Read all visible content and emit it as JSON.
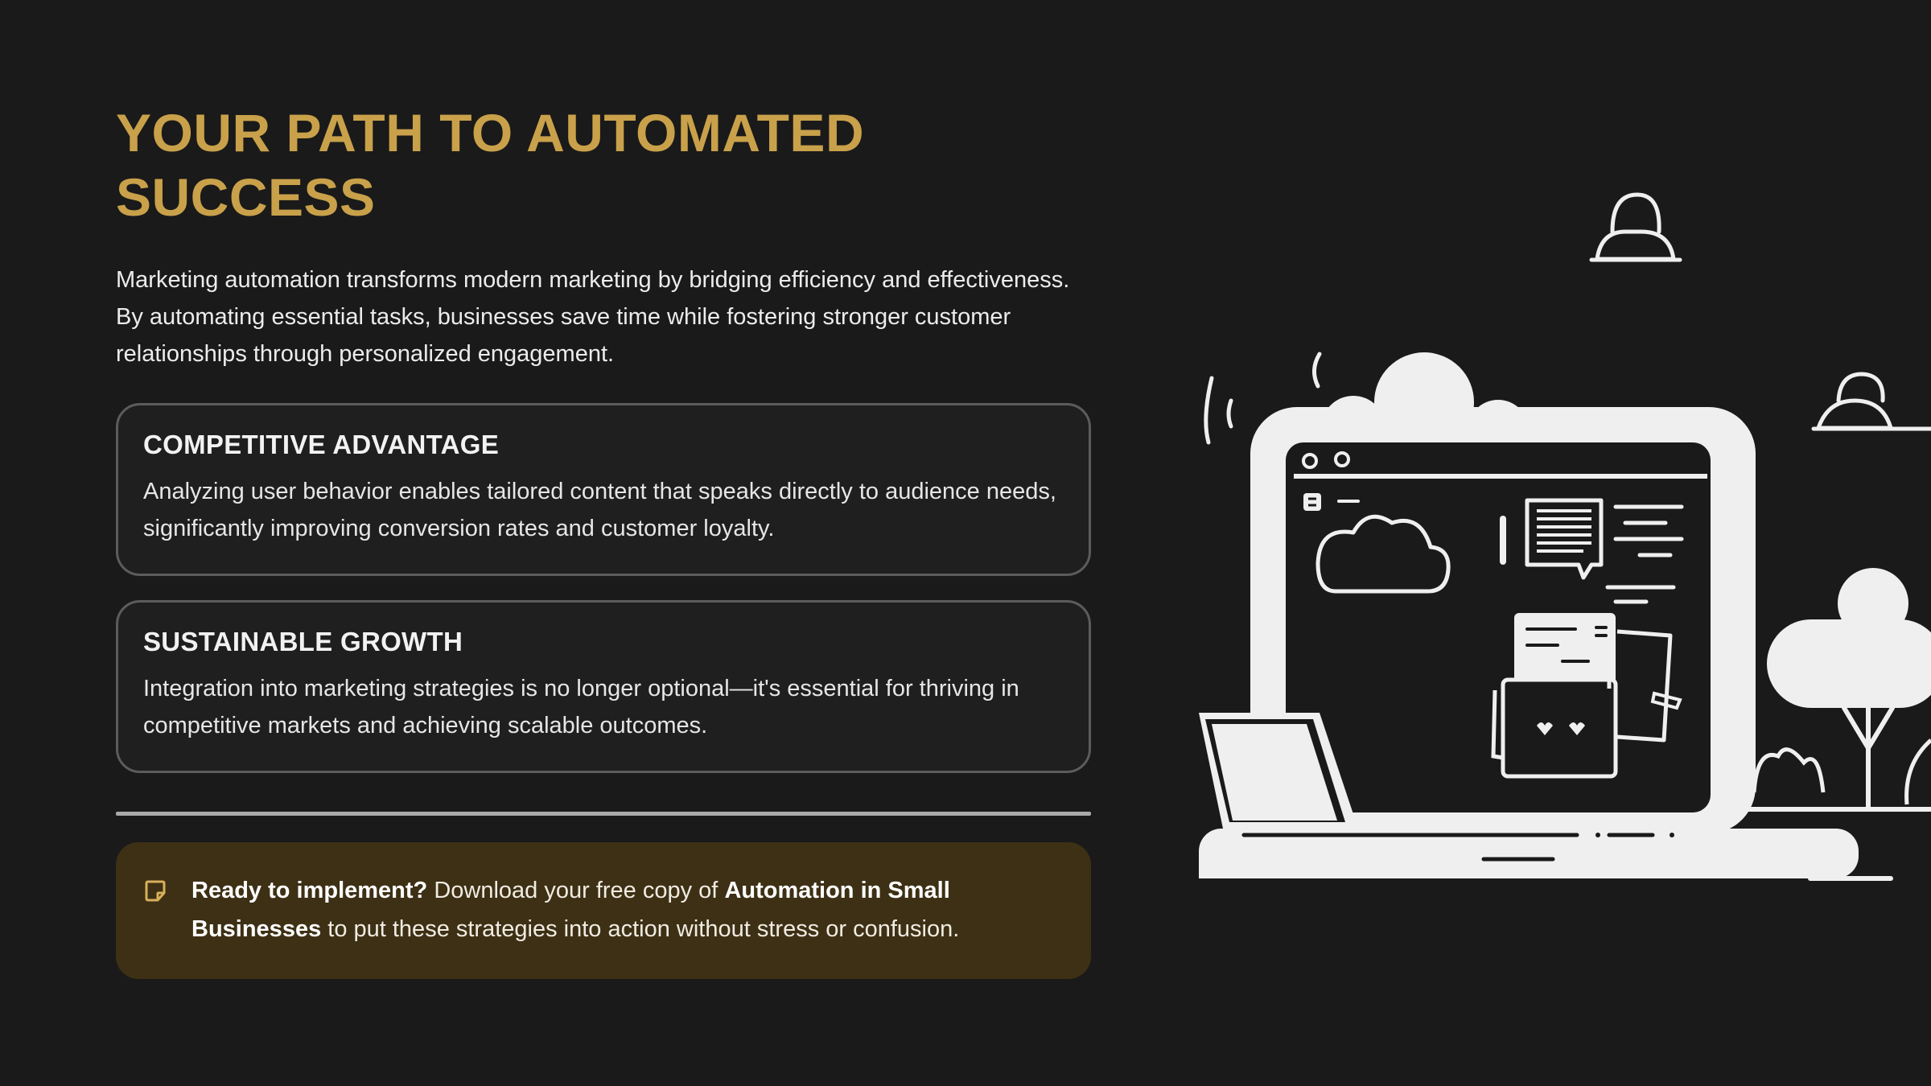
{
  "slide": {
    "title_line1": "YOUR PATH TO AUTOMATED",
    "title_line2": "SUCCESS",
    "intro": "Marketing automation transforms modern marketing by bridging efficiency and effectiveness. By automating essential tasks, businesses save time while fostering stronger customer relationships through personalized engagement.",
    "cards": [
      {
        "title": "COMPETITIVE ADVANTAGE",
        "text": "Analyzing user behavior enables tailored content that speaks directly to audience needs, significantly improving conversion rates and customer loyalty."
      },
      {
        "title": "SUSTAINABLE GROWTH",
        "text": "Integration into marketing strategies is no longer optional—it's essential for thriving in competitive markets and achieving scalable outcomes."
      }
    ],
    "callout": {
      "icon": "sticky-note-icon",
      "lead": "Ready to implement?",
      "text1": " Download your free copy of ",
      "book": "Automation in Small Businesses",
      "text2": " to put these strategies into action without stress or confusion."
    }
  },
  "illustration": {
    "icon": "laptop-cloud-illustration"
  },
  "colors": {
    "background": "#1a1a1a",
    "title": "#c9a14a",
    "card_border": "#5c5c5c",
    "callout_bg": "#3d3015",
    "illustration": "#efefef"
  }
}
